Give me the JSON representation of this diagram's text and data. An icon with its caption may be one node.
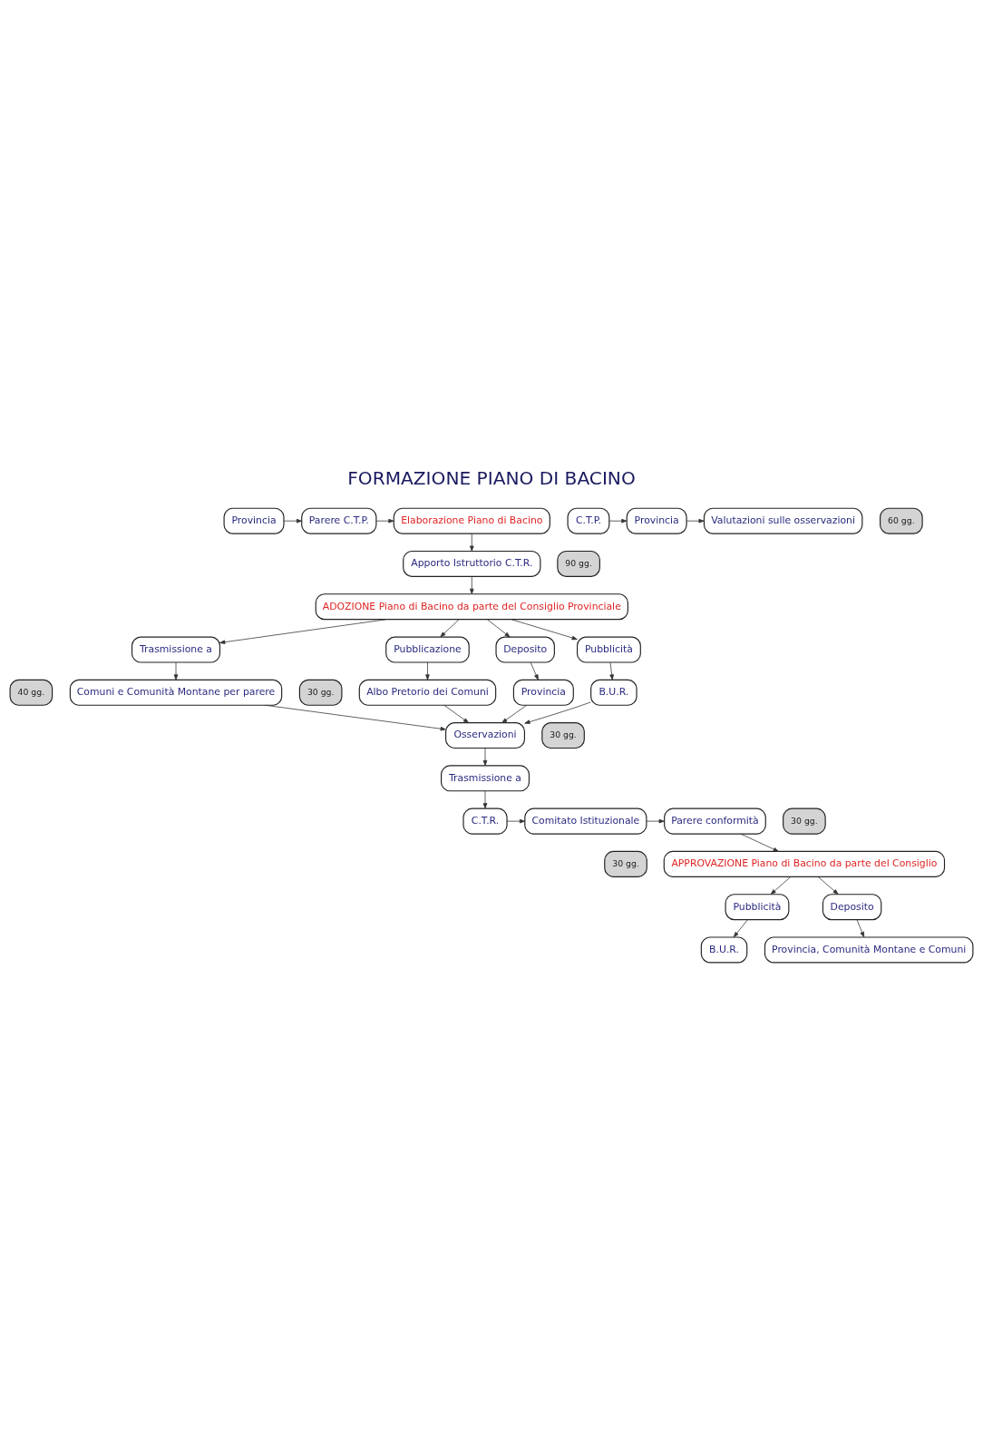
{
  "diagram": {
    "title": "FORMAZIONE PIANO DI BACINO",
    "nodes": [
      {
        "text": [
          "Provincia"
        ]
      },
      {
        "text": [
          "Parere C.T.P."
        ]
      },
      {
        "text": [
          "Elaborazione Piano di Bacino"
        ]
      },
      {
        "text": [
          "Apporto Istruttorio C.T.R."
        ]
      },
      {
        "text": [
          "90 gg."
        ]
      },
      {
        "text": [
          "ADOZIONE Piano di Bacino da parte del Consiglio Provinciale"
        ]
      },
      {
        "text": [
          "Trasmissione a"
        ]
      },
      {
        "text": [
          "40 gg."
        ]
      },
      {
        "text": [
          "Comuni e Comunità Montane per parere"
        ]
      },
      {
        "text": [
          "Pubblicazione"
        ]
      },
      {
        "text": [
          "30 gg."
        ]
      },
      {
        "text": [
          "Albo Pretorio dei Comuni"
        ]
      },
      {
        "text": [
          "Deposito"
        ]
      },
      {
        "text": [
          "Pubblicità"
        ]
      },
      {
        "text": [
          "Provincia"
        ]
      },
      {
        "text": [
          "B.U.R."
        ]
      },
      {
        "text": [
          "Osservazioni"
        ]
      },
      {
        "text": [
          "30 gg."
        ]
      },
      {
        "text": [
          "C.T.P."
        ]
      },
      {
        "text": [
          "Provincia"
        ]
      },
      {
        "text": [
          "60 gg."
        ]
      },
      {
        "text": [
          "Valutazioni sulle osservazioni"
        ]
      },
      {
        "text": [
          "Trasmissione a"
        ]
      },
      {
        "text": [
          "C.T.R."
        ]
      },
      {
        "text": [
          "Comitato Istituzionale"
        ]
      },
      {
        "text": [
          "30 gg."
        ]
      },
      {
        "text": [
          "Parere conformità"
        ]
      },
      {
        "text": [
          "30 gg."
        ]
      },
      {
        "text": [
          "APPROVAZIONE Piano di Bacino da parte del Consiglio"
        ]
      },
      {
        "text": [
          "Pubblicità"
        ]
      },
      {
        "text": [
          "Deposito"
        ]
      },
      {
        "text": [
          "B.U.R."
        ]
      },
      {
        "text": [
          "Provincia, Comunità Montane e Comuni"
        ]
      }
    ],
    "edges": [
      {
        "from": 0,
        "to": 1,
        "arrow": "to"
      },
      {
        "from": 1,
        "to": 2,
        "arrow": "to"
      },
      {
        "from": 2,
        "to": 3,
        "arrow": "to"
      },
      {
        "from": 3,
        "to": 5,
        "arrow": "to"
      },
      {
        "from": 5,
        "to": 6,
        "arrow": "to"
      },
      {
        "from": 6,
        "to": 8,
        "arrow": "to"
      },
      {
        "from": 5,
        "to": 9,
        "arrow": "to"
      },
      {
        "from": 5,
        "to": 12,
        "arrow": "to"
      },
      {
        "from": 5,
        "to": 13,
        "arrow": "to"
      },
      {
        "from": 9,
        "to": 11,
        "arrow": "to"
      },
      {
        "from": 12,
        "to": 14,
        "arrow": "to"
      },
      {
        "from": 13,
        "to": 15,
        "arrow": "to"
      },
      {
        "from": 14,
        "to": 16,
        "arrow": "to"
      },
      {
        "from": 8,
        "to": 16,
        "arrow": "to"
      },
      {
        "from": 11,
        "to": 16,
        "arrow": "to"
      },
      {
        "from": 15,
        "to": 16,
        "arrow": "to"
      },
      {
        "from": 16,
        "to": 22,
        "arrow": "to"
      },
      {
        "from": 18,
        "to": 19,
        "arrow": "to"
      },
      {
        "from": 19,
        "to": 21,
        "arrow": "to"
      },
      {
        "from": 22,
        "to": 23,
        "arrow": "to"
      },
      {
        "from": 23,
        "to": 24,
        "arrow": "to"
      },
      {
        "from": 24,
        "to": 26,
        "arrow": "to"
      },
      {
        "from": 26,
        "to": 28,
        "arrow": "to"
      },
      {
        "from": 28,
        "to": 29,
        "arrow": "to"
      },
      {
        "from": 28,
        "to": 30,
        "arrow": "to"
      },
      {
        "from": 29,
        "to": 31,
        "arrow": "to"
      },
      {
        "from": 30,
        "to": 32,
        "arrow": "to"
      }
    ]
  }
}
